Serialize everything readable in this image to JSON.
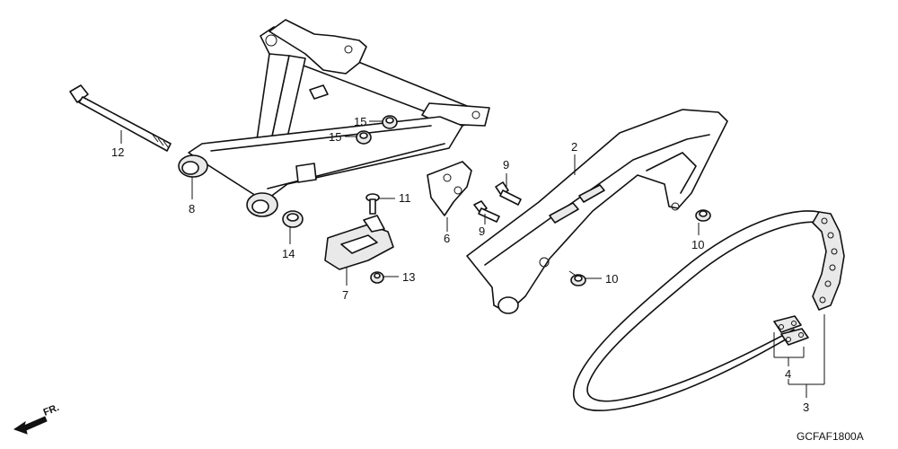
{
  "diagram_code": "GCFAF1800A",
  "direction_label": "FR.",
  "callouts": {
    "c2": "2",
    "c3": "3",
    "c4": "4",
    "c6": "6",
    "c7": "7",
    "c8": "8",
    "c9a": "9",
    "c9b": "9",
    "c10a": "10",
    "c10b": "10",
    "c11": "11",
    "c12": "12",
    "c13": "13",
    "c14": "14",
    "c15a": "15",
    "c15b": "15"
  }
}
